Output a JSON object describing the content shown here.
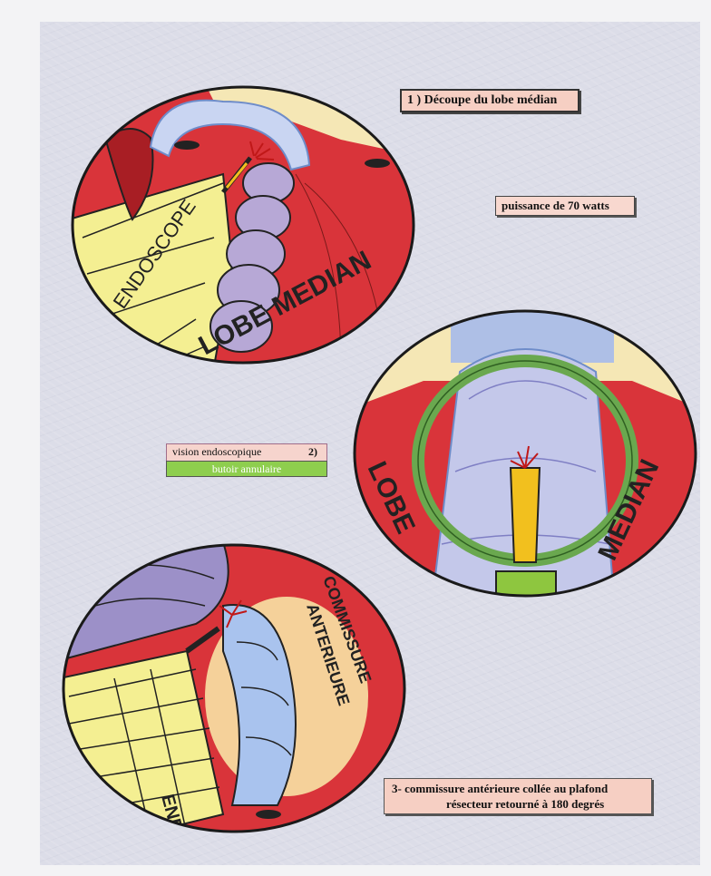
{
  "labels": {
    "step1": "1 )  Découpe du lobe médian",
    "power": "puissance de 70 watts",
    "vision": "vision  endoscopique",
    "vision_num": "2)",
    "butoir": "butoir annulaire",
    "step3_line1": "3- commissure antérieure collée au plafond",
    "step3_line2": "résecteur retourné à 180 degrés"
  },
  "drawing_text": {
    "scene1_endoscope": "ENDOSCOPE",
    "scene1_lobe": "LOBE MEDIAN",
    "scene2_lobe": "LOBE",
    "scene2_median": "MEDIAN",
    "scene3_commissure": "COMMISSURE",
    "scene3_anterieure": "ANTERIEURE",
    "scene3_endo": "ENDO"
  },
  "colors": {
    "tissue_red": "#d9343a",
    "dark_red": "#a81e24",
    "lobe_blue": "#aebfe6",
    "lobe_lilac": "#b7a8d6",
    "endoscope_yellow": "#f4ef92",
    "ring_green": "#6aa84f",
    "probe_yellow": "#f2c01e",
    "sheet_bg": "#dcdde8"
  }
}
